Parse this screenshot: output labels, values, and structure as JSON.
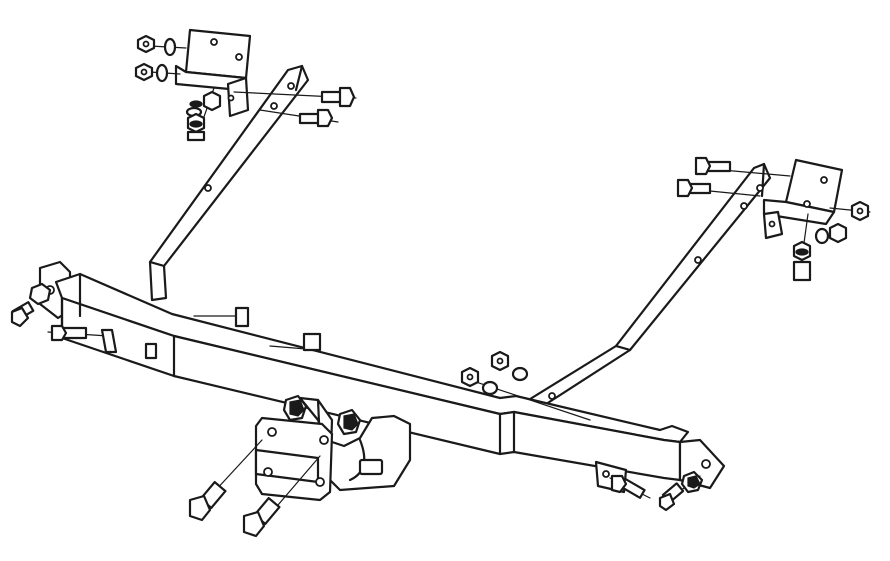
{
  "drawing": {
    "components": [
      "main-crossbar",
      "left-side-arm",
      "right-side-arm",
      "left-mounting-bracket",
      "right-mounting-bracket",
      "tow-ball-plate",
      "tow-ball-mount",
      "bolts",
      "nuts",
      "washers"
    ]
  }
}
